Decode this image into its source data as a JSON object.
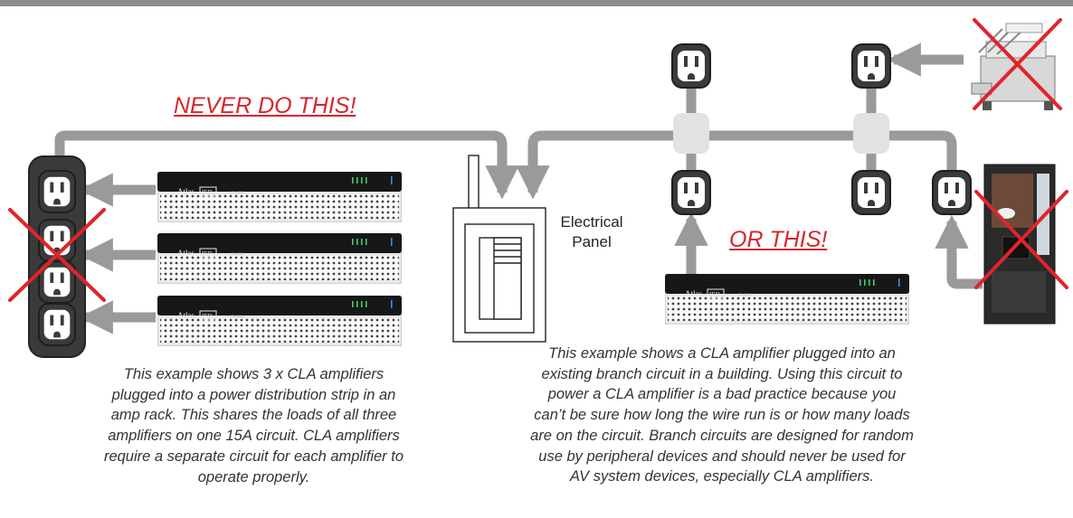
{
  "warnings": {
    "never": "NEVER DO THIS!",
    "or_this": "OR THIS!"
  },
  "panel": {
    "line1": "Electrical",
    "line2": "Panel"
  },
  "amplifier": {
    "brand": "Atlas",
    "brand_box": "IED",
    "model": "CLA804"
  },
  "captions": {
    "left": "This example shows 3 x CLA amplifiers plugged into a power distribution strip in an amp rack. This shares the loads of all three amplifiers on one 15A circuit. CLA amplifiers require a separate circuit for each amplifier to operate properly.",
    "right": "This example shows a CLA amplifier plugged into an existing branch circuit in a building. Using this circuit to power a CLA amplifier is a bad practice because you can’t be sure how long the wire run is or how many loads are on the circuit. Branch circuits are designed for random use by peripheral devices and should never be used for AV system devices, especially CLA amplifiers."
  },
  "colors": {
    "header_bar": "#8d8d8d",
    "wire": "#9a9a9a",
    "junction": "#e2e2e2",
    "outlet": "#3a3a3a",
    "cross": "#e0242b",
    "warning_text": "#d7262e"
  },
  "icons": [
    "power-strip-icon",
    "outlet-icon",
    "amplifier-icon",
    "electrical-panel-icon",
    "printer-icon",
    "coffee-machine-icon",
    "cross-icon"
  ]
}
